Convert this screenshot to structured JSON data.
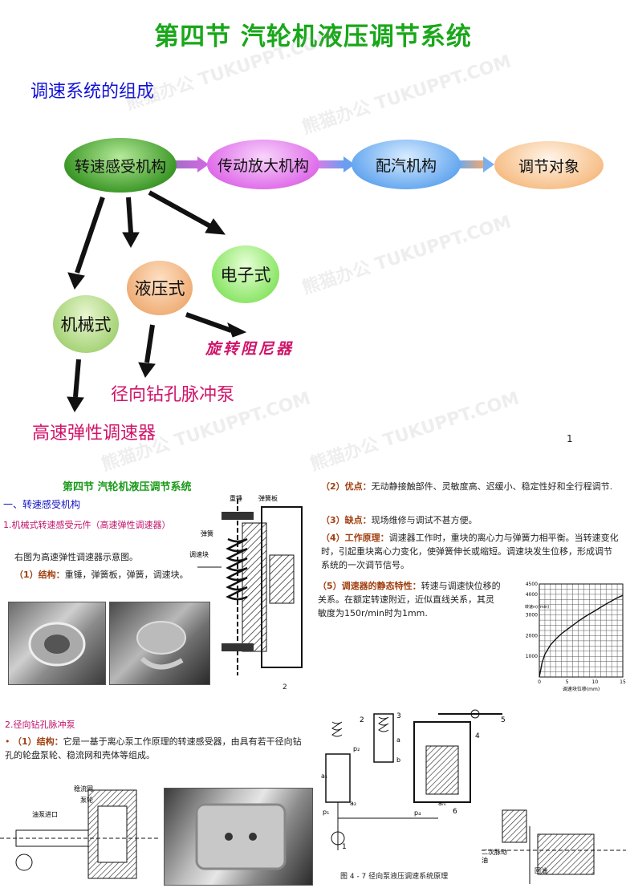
{
  "slide1": {
    "title": "第四节  汽轮机液压调节系统",
    "subtitle": "调速系统的组成",
    "chain": [
      "转速感受机构",
      "传动放大机构",
      "配汽机构",
      "调节对象"
    ],
    "types": {
      "mechanical": "机械式",
      "hydraulic": "液压式",
      "electronic": "电子式"
    },
    "subtypes": {
      "rotary_damper": "旋转阻尼器",
      "radial_pump": "径向钻孔脉冲泵",
      "high_speed_governor": "高速弹性调速器"
    },
    "page_number": "1"
  },
  "slide2": {
    "title": "第四节  汽轮机液压调节系统",
    "section": "一、转速感受机构",
    "item_heading": "1.机械式转速感受元件（高速弹性调速器）",
    "intro": "右图为高速弹性调速器示意图。",
    "structure_label": "（1）结构：",
    "structure_text": "重锤，弹簧板，弹簧，调速块。",
    "labels": {
      "weight": "重锤",
      "spring_plate": "弹簧板",
      "spring": "弹簧",
      "block": "调速块"
    },
    "advantages_label": "（2）优点：",
    "advantages_text": "无动静接触部件、灵敏度高、迟缓小、稳定性好和全行程调节.",
    "disadvantages_label": "（3）缺点：",
    "disadvantages_text": "现场维修与调试不甚方便。",
    "principle_label": "（4）工作原理：",
    "principle_text": "调速器工作时，重块的离心力与弹簧力相平衡。当转速变化时，引起重块离心力变化，使弹簧伸长或缩短。调速块发生位移，形成调节系统的一次调节信号。",
    "static_label": "（5）调速器的静态特性：",
    "static_text": "转速与调速快位移的关系。在额定转速附近，近似直线关系，其灵敏度为150r/min时为1mm.",
    "page_number": "2"
  },
  "slide3": {
    "item_heading": "2.径向钻孔脉冲泵",
    "structure_label": "（1）结构：",
    "structure_text": "它是一基于离心泵工作原理的转速感受器，由具有若干径向钻孔的轮盘泵轮、稳流网和壳体等组成。",
    "labels": {
      "mesh": "稳流网",
      "impeller": "泵轮",
      "inlet": "油泵进口"
    },
    "figure_caption": "图 4 - 7    径向泵液压调速系统原理",
    "diagram_labels": [
      "2",
      "3",
      "4",
      "5",
      "6",
      "1",
      "a",
      "b",
      "p₁",
      "p₂",
      "p₄",
      "aₘ",
      "a₁",
      "a₂"
    ],
    "side_labels": {
      "secondary_oil": "二次脉动油",
      "return_oil": "回油"
    }
  },
  "chart_data": {
    "type": "line",
    "xlabel": "调速块位移(mm)",
    "ylabel": "转速n(r/min)",
    "xlim": [
      0,
      15
    ],
    "ylim": [
      0,
      4500
    ],
    "xticks": [
      0,
      5,
      10,
      15
    ],
    "yticks": [
      1000,
      2000,
      3000,
      4000
    ],
    "grid": true,
    "series": [
      {
        "x": [
          0,
          0.5,
          1,
          2,
          3,
          4,
          5,
          6,
          7,
          8,
          9,
          10,
          11,
          12,
          13,
          14,
          15
        ],
        "y": [
          0,
          700,
          1100,
          1550,
          1850,
          2100,
          2300,
          2500,
          2700,
          2880,
          3050,
          3200,
          3370,
          3530,
          3680,
          3830,
          3950
        ]
      }
    ]
  }
}
